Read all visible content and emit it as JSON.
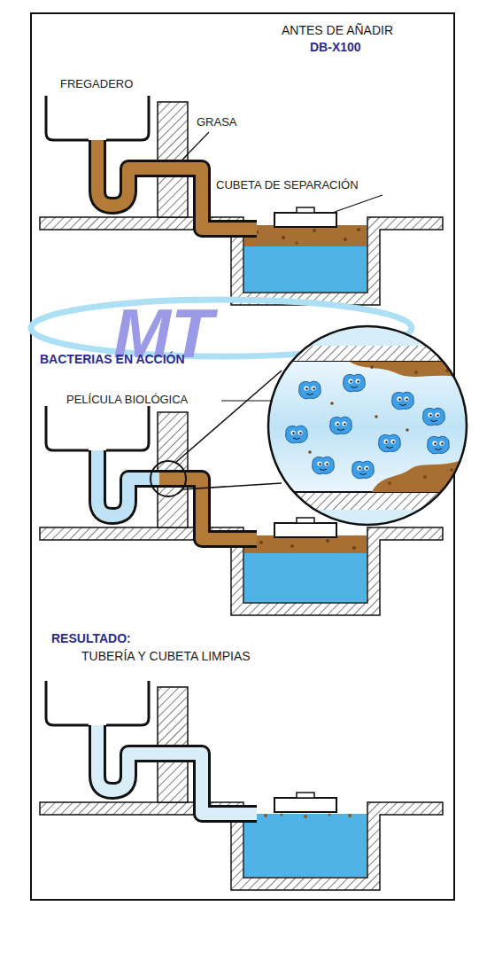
{
  "diagram": {
    "labels": [
      "ANTES DE AÑADIR",
      "DB-X100",
      "FREGADERO",
      "GRASA",
      "CUBETA DE SEPARACIÓN",
      "MT",
      "BACTERIAS EN ACCIÓN",
      "PELÍCULA BIOLÓGICA",
      "RESULTADO:",
      "TUBERÍA Y CUBETA LIMPIAS"
    ]
  }
}
